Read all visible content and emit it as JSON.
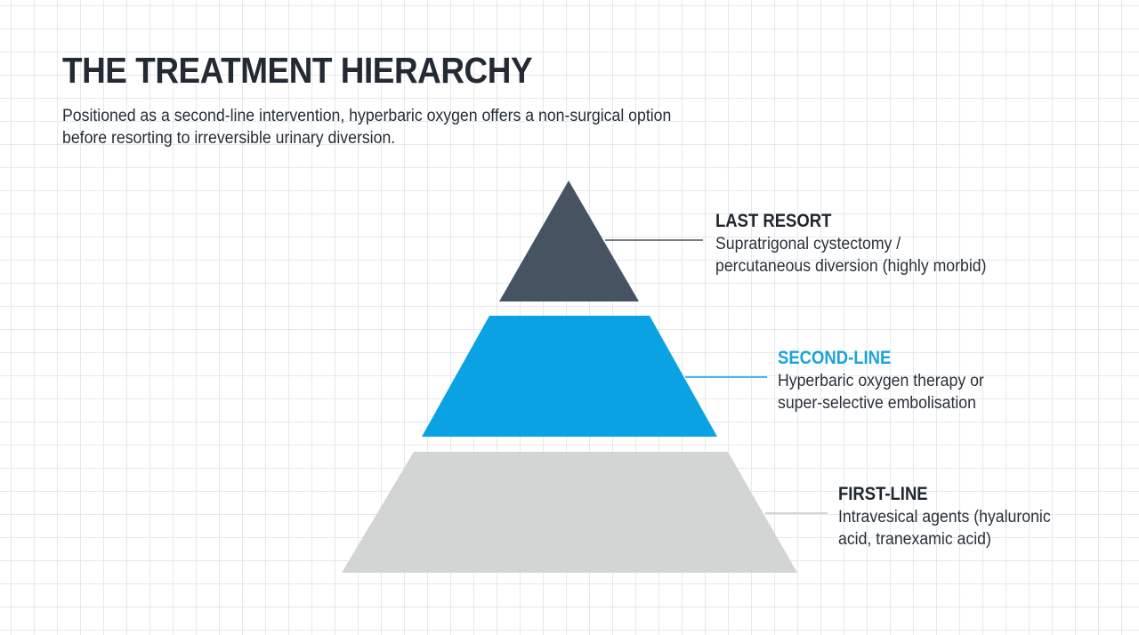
{
  "header": {
    "title": "THE TREATMENT HIERARCHY",
    "subtitle": "Positioned as a second-line intervention, hyperbaric oxygen offers a non-surgical option before resorting to irreversible urinary diversion."
  },
  "tiers": [
    {
      "id": "last-resort",
      "heading": "LAST RESORT",
      "description_lines": [
        "Supratrigonal cystectomy /",
        "percutaneous diversion (highly morbid)"
      ],
      "color": "#465461",
      "heading_color": "#1f262e"
    },
    {
      "id": "second-line",
      "heading": "SECOND-LINE",
      "description_lines": [
        "Hyperbaric oxygen therapy or",
        "super-selective embolisation"
      ],
      "color": "#0aa2e3",
      "heading_color": "#1ba3da"
    },
    {
      "id": "first-line",
      "heading": "FIRST-LINE",
      "description_lines": [
        "Intravesical agents (hyaluronic",
        "acid, tranexamic acid)"
      ],
      "color": "#d3d4d4",
      "heading_color": "#1f262e"
    }
  ],
  "colors": {
    "connector_dark": "#465461",
    "connector_blue": "#0aa2e3",
    "connector_gray": "#c6c8c9",
    "background": "#ffffff",
    "grid": "#e6e8ec"
  }
}
